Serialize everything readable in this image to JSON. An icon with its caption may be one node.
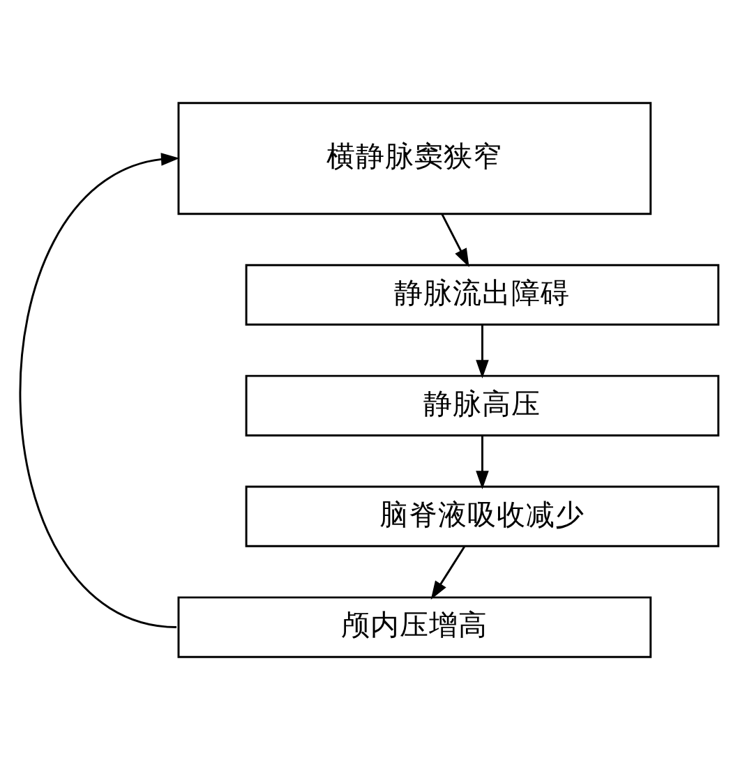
{
  "diagram": {
    "nodes": [
      {
        "text": [
          "横静脉窦狭窄"
        ]
      },
      {
        "text": [
          "静脉流出障碍"
        ]
      },
      {
        "text": [
          "静脉高压"
        ]
      },
      {
        "text": [
          "脑脊液吸收减少"
        ]
      },
      {
        "text": [
          "颅内压增高"
        ]
      }
    ],
    "edges": [
      {
        "from": 0,
        "to": 1,
        "arrow": "to"
      },
      {
        "from": 1,
        "to": 2,
        "arrow": "to"
      },
      {
        "from": 2,
        "to": 3,
        "arrow": "to"
      },
      {
        "from": 3,
        "to": 4,
        "arrow": "to"
      },
      {
        "from": 4,
        "to": 0,
        "arrow": "to"
      }
    ]
  }
}
